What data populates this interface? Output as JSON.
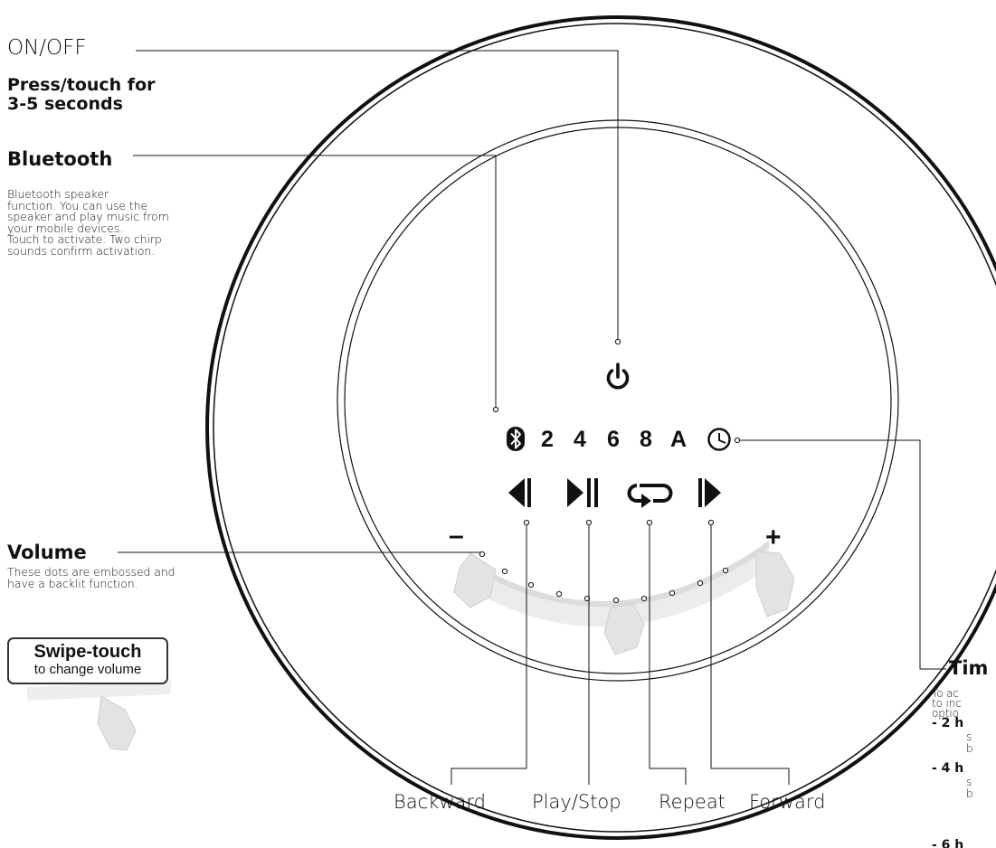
{
  "labels": {
    "on_off": "ON/OFF",
    "on_off_hint_line1": "Press/touch for",
    "on_off_hint_line2": "3-5 seconds",
    "bluetooth_title": "Bluetooth",
    "bluetooth_desc": "Bluetooth speaker\nfunction. You can use the\nspeaker and play music from\nyour mobile devices.\nTouch to activate. Two chirp\nsounds confirm activation.",
    "volume_title": "Volume",
    "volume_desc": "These dots are embossed and\nhave a backlit function.",
    "swipe_title": "Swipe-touch",
    "swipe_sub": "to change volume",
    "timer_title": "Tim",
    "timer_desc": "To ac\nto inc\noptio",
    "timer_opt1": "- 2 h",
    "timer_opt1_sub": "s\nb",
    "timer_opt2": "- 4 h",
    "timer_opt2_sub": "s\nb",
    "timer_opt3": "- 6 h",
    "backward": "Backward",
    "play_stop": "Play/Stop",
    "repeat": "Repeat",
    "forward": "Forward"
  },
  "timer_options": [
    "2",
    "4",
    "6",
    "8",
    "A"
  ],
  "volume_signs": {
    "minus": "–",
    "plus": "+"
  },
  "icons": {
    "power": "power-icon",
    "bluetooth": "bluetooth-icon",
    "clock": "clock-icon",
    "backward": "backward-icon",
    "play_pause": "play-pause-icon",
    "repeat": "repeat-icon",
    "forward": "forward-icon",
    "hand": "hand-icon"
  },
  "colors": {
    "ink": "#111111",
    "shade": "#e6e6e6"
  }
}
